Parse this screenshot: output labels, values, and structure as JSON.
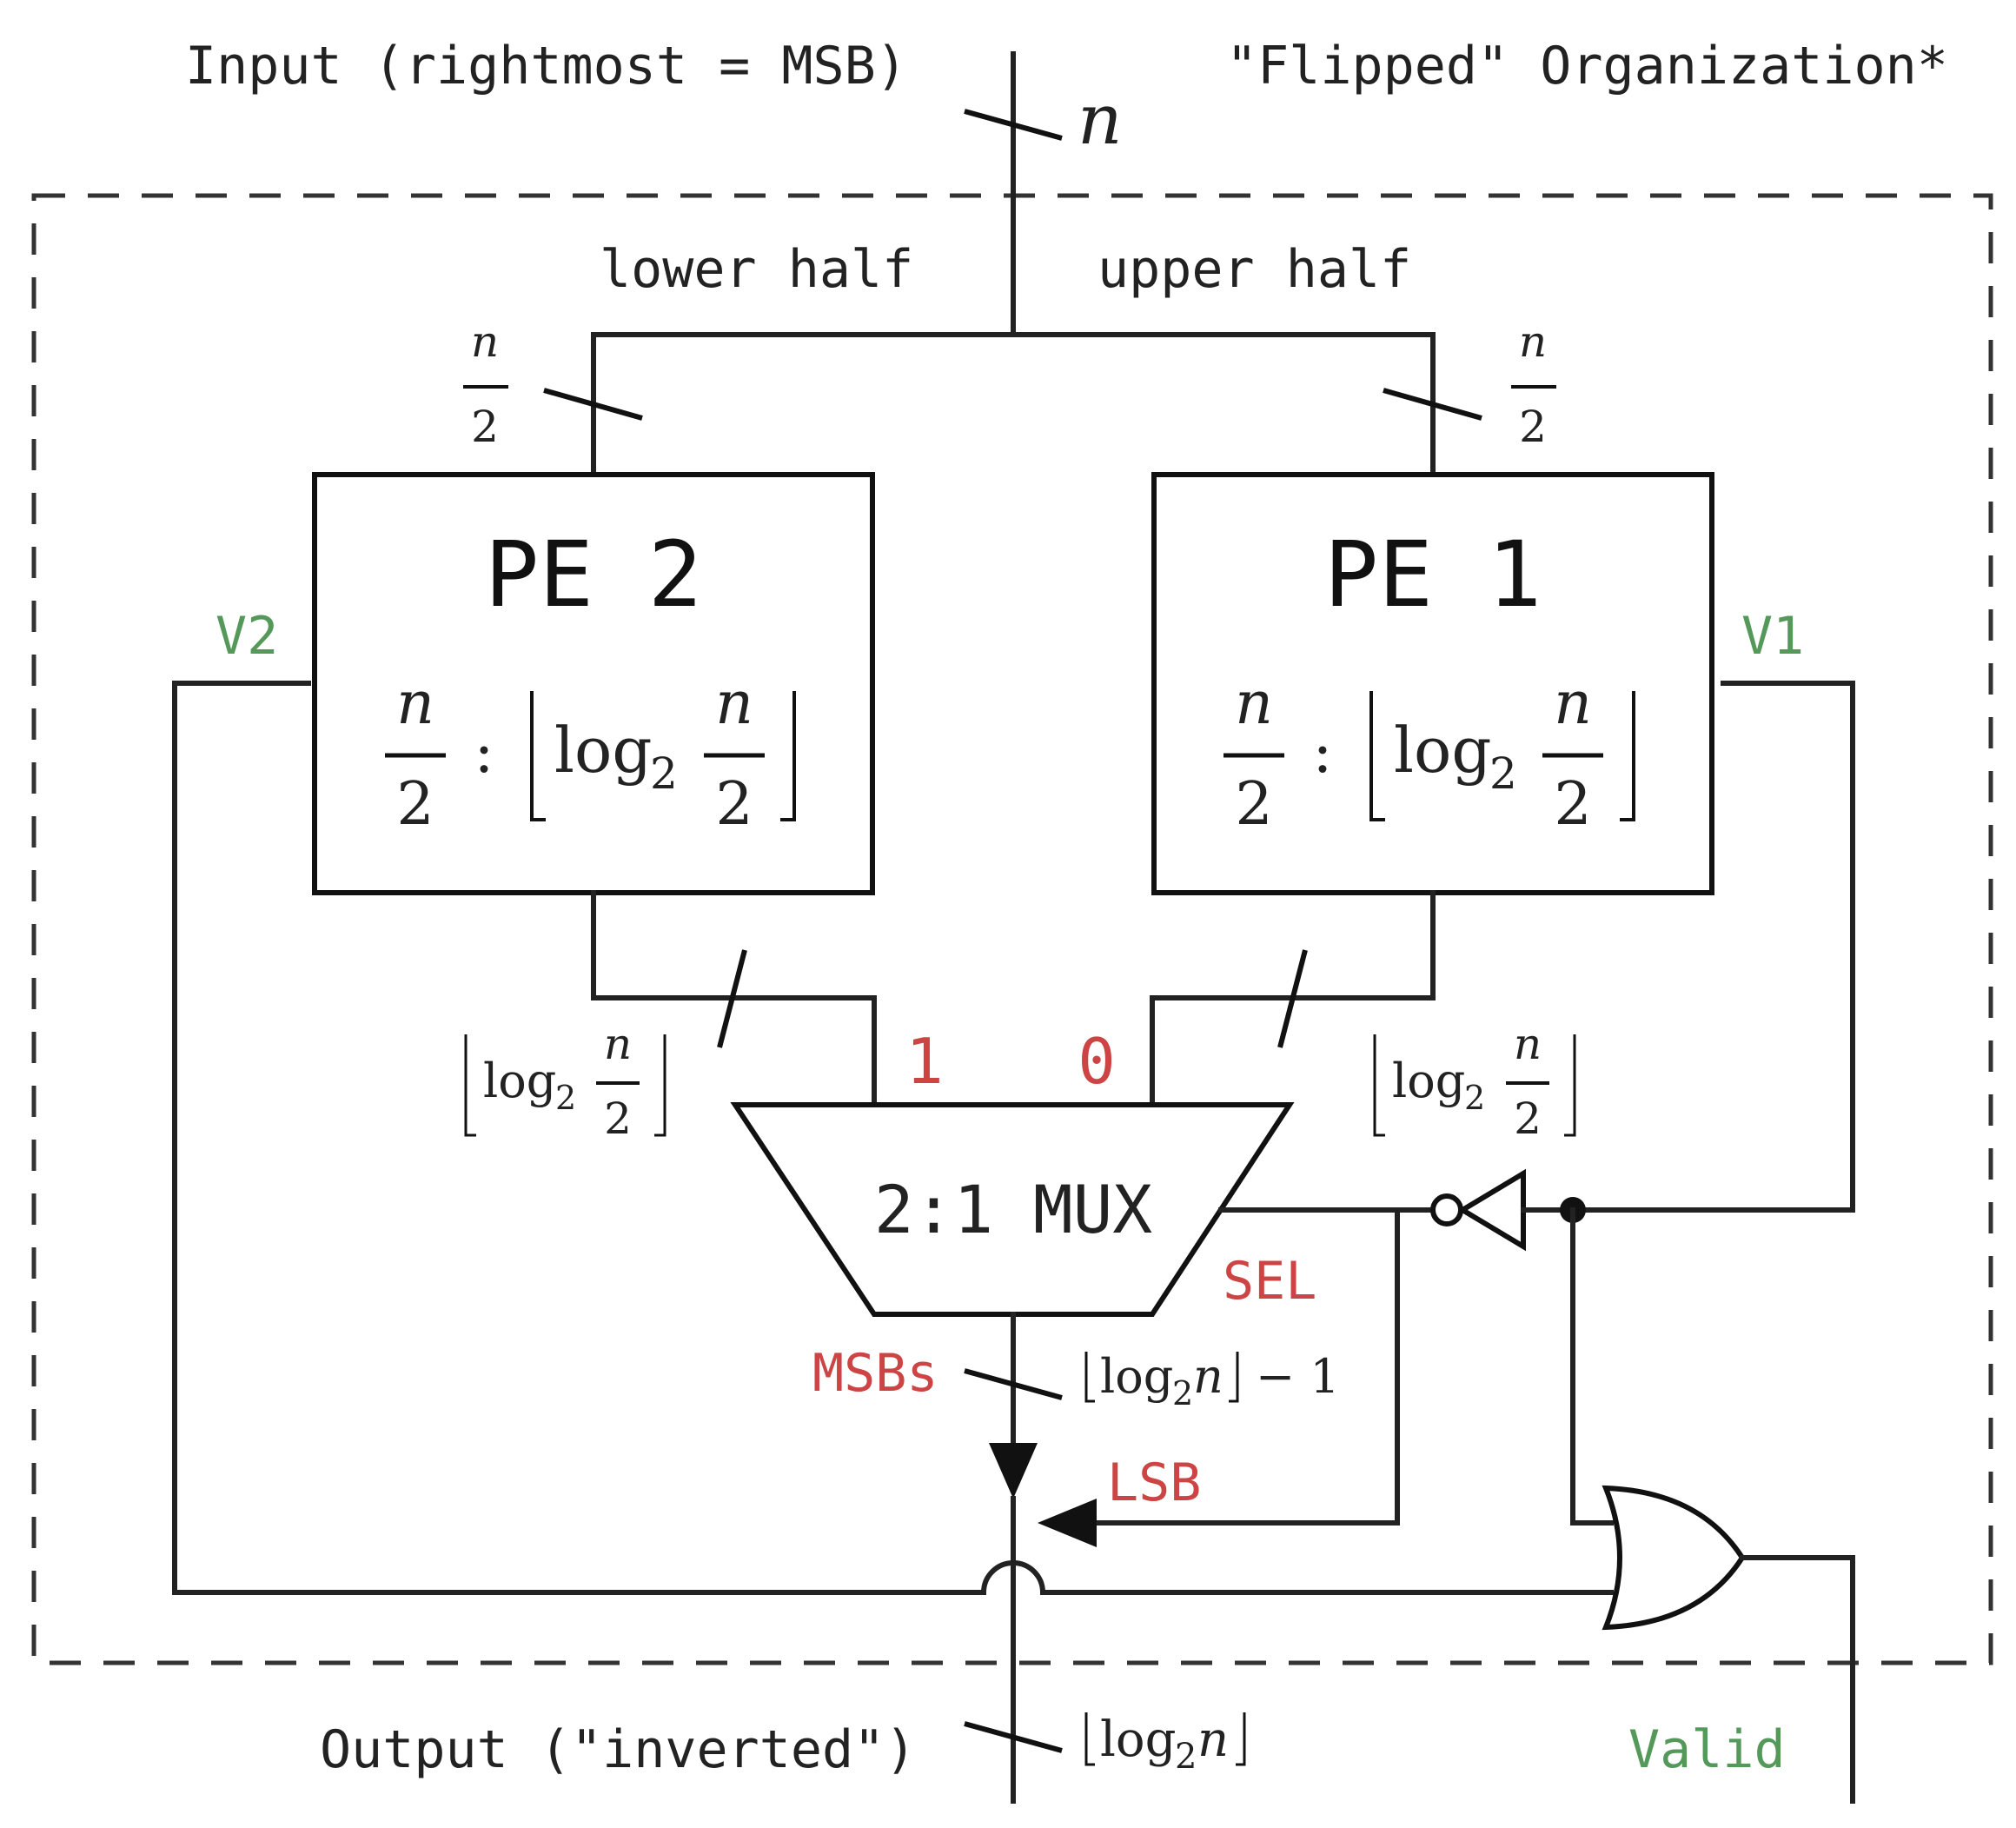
{
  "header": {
    "input_label": "Input (rightmost = MSB)",
    "organization_label": "\"Flipped\" Organization*"
  },
  "input_bus": {
    "width": "n"
  },
  "split": {
    "lower_label": "lower half",
    "upper_label": "upper half"
  },
  "half_width": {
    "num": "n",
    "den": "2"
  },
  "pe2": {
    "title": "PE 2",
    "param": {
      "in_num": "n",
      "in_den": "2",
      "sep": ":",
      "log": "log",
      "base": "2",
      "out_num": "n",
      "out_den": "2"
    },
    "valid_label": "V2"
  },
  "pe1": {
    "title": "PE 1",
    "param": {
      "in_num": "n",
      "in_den": "2",
      "sep": ":",
      "log": "log",
      "base": "2",
      "out_num": "n",
      "out_den": "2"
    },
    "valid_label": "V1"
  },
  "pe_out_width": {
    "log": "log",
    "base": "2",
    "num": "n",
    "den": "2"
  },
  "mux": {
    "label": "2:1 MUX",
    "input1": "1",
    "input0": "0",
    "sel_label": "SEL"
  },
  "mux_out": {
    "msbs_label": "MSBs",
    "width": {
      "log": "log",
      "base": "2",
      "arg": "n",
      "minus": "− 1"
    }
  },
  "lsb_label": "LSB",
  "output": {
    "label": "Output (\"inverted\")",
    "width": {
      "log": "log",
      "base": "2",
      "arg": "n"
    },
    "valid_label": "Valid"
  },
  "colors": {
    "annotation_red": "#cc4444",
    "valid_green": "#55995a",
    "ink": "#222222"
  }
}
